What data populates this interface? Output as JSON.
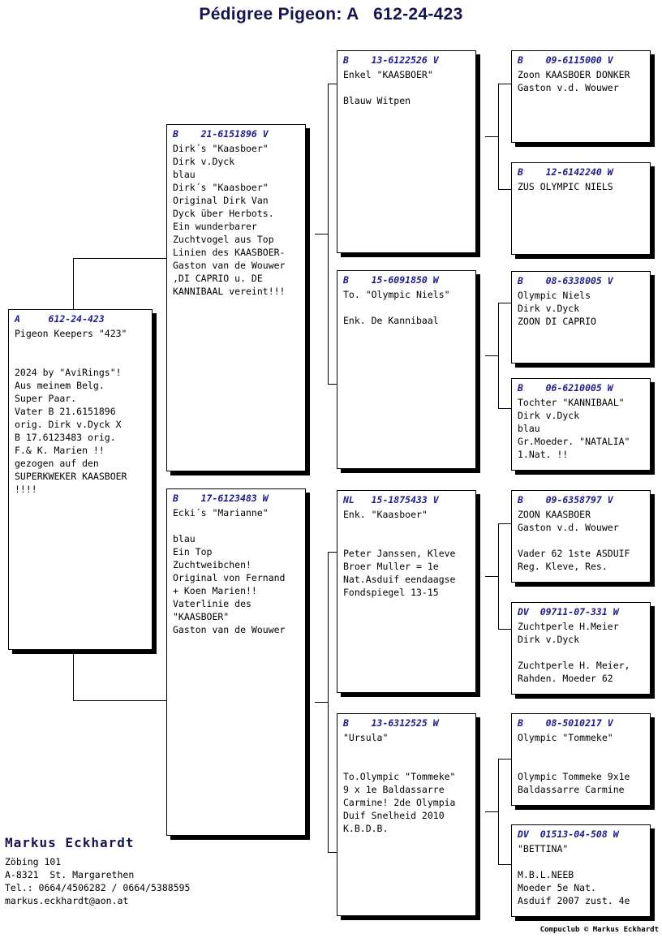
{
  "title": "Pédigree Pigeon: A   612-24-423",
  "colors": {
    "title": "#141452",
    "ring_text": "#1a1a8c",
    "body_text": "#000000",
    "box_border": "#000000",
    "box_shadow": "#000000",
    "background": "#ffffff"
  },
  "boxes": {
    "subject": {
      "ring": "A     612-24-423",
      "body": "Pigeon Keepers \"423\"\n\n\n2024 by \"AviRings\"!\nAus meinem Belg.\nSuper Paar.\nVater B 21.6151896\norig. Dirk v.Dyck X\nB 17.6123483 orig.\nF.& K. Marien !!\ngezogen auf den\nSUPERKWEKER KAASBOER\n!!!!"
    },
    "father": {
      "ring": "B    21-6151896 V",
      "body": "Dirk´s \"Kaasboer\"\nDirk v.Dyck\nblau\nDirk´s \"Kaasboer\"\nOriginal Dirk Van\nDyck über Herbots.\nEin wunderbarer\nZuchtvogel aus Top\nLinien des KAASBOER-\nGaston van de Wouwer\n,DI CAPRIO u. DE\nKANNIBAAL vereint!!!"
    },
    "mother": {
      "ring": "B    17-6123483 W",
      "body": "Ecki´s \"Marianne\"\n\nblau\nEin Top\nZuchtweibchen!\nOriginal von Fernand\n+ Koen Marien!!\nVaterlinie des\n\"KAASBOER\"\nGaston van de Wouwer"
    },
    "ff": {
      "ring": "B    13-6122526 V",
      "body": "Enkel \"KAASBOER\"\n\nBlauw Witpen"
    },
    "fm": {
      "ring": "B    15-6091850 W",
      "body": "To. \"Olympic Niels\"\n\nEnk. De Kannibaal"
    },
    "mf": {
      "ring": "NL   15-1875433 V",
      "body": "Enk. \"Kaasboer\"\n\n\nPeter Janssen, Kleve\nBroer Muller = 1e\nNat.Asduif eendaagse\nFondspiegel 13-15"
    },
    "mm": {
      "ring": "B    13-6312525 W",
      "body": "\"Ursula\"\n\n\nTo.Olympic \"Tommeke\"\n9 x 1e Baldassarre\nCarmine! 2de Olympia\nDuif Snelheid 2010\nK.B.D.B."
    },
    "fff": {
      "ring": "B    09-6115000 V",
      "body": "Zoon KAASBOER DONKER\nGaston v.d. Wouwer"
    },
    "ffm": {
      "ring": "B    12-6142240 W",
      "body": "ZUS OLYMPIC NIELS"
    },
    "fmf": {
      "ring": "B    08-6338005 V",
      "body": "Olympic Niels\nDirk v.Dyck\nZOON DI CAPRIO"
    },
    "fmm": {
      "ring": "B    06-6210005 W",
      "body": "Tochter \"KANNIBAAL\"\nDirk v.Dyck\nblau\nGr.Moeder. \"NATALIA\"\n1.Nat. !!"
    },
    "mff": {
      "ring": "B    09-6358797 V",
      "body": "ZOON KAASBOER\nGaston v.d. Wouwer\n\nVader 62 1ste ASDUIF\nReg. Kleve, Res."
    },
    "mfm": {
      "ring": "DV  09711-07-331 W",
      "body": "Zuchtperle H.Meier\nDirk v.Dyck\n\nZuchtperle H. Meier,\nRahden. Moeder 62"
    },
    "mmf": {
      "ring": "B    08-5010217 V",
      "body": "Olympic \"Tommeke\"\n\n\nOlympic Tommeke 9x1e\nBaldassarre Carmine"
    },
    "mmm": {
      "ring": "DV  01513-04-508 W",
      "body": "\"BETTINA\"\n\nM.B.L.NEEB\nMoeder 5e Nat.\nAsduif 2007 zust. 4e"
    }
  },
  "footer": {
    "name": "Markus Eckhardt",
    "address1": "Zöbing 101",
    "address2": "A-8321  St. Margarethen",
    "phone": "Tel.: 0664/4506282 / 0664/5388595",
    "email": "markus.eckhardt@aon.at"
  },
  "credit": "Compuclub © Markus Eckhardt"
}
